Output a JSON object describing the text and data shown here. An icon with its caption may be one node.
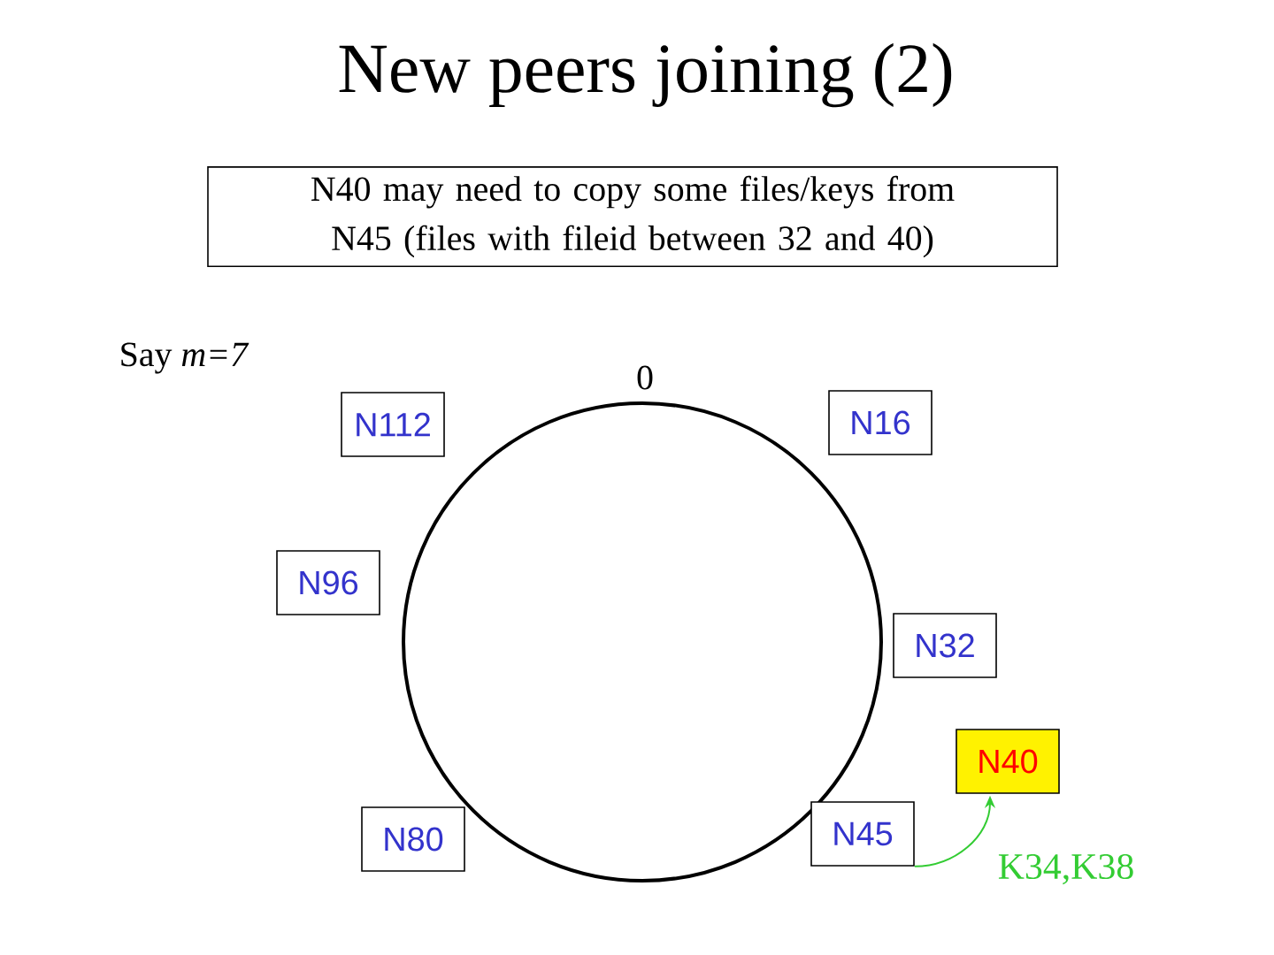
{
  "diagram": {
    "title": "New peers joining (2)",
    "nodes": [
      {
        "text": [
          "N40 may need to copy some files/keys from N45 (files with fileid between 32 and 40)"
        ]
      },
      {
        "text": [
          "N112"
        ]
      },
      {
        "text": [
          "N16"
        ]
      },
      {
        "text": [
          "N96"
        ]
      },
      {
        "text": [
          "N32"
        ]
      },
      {
        "text": [
          "N40"
        ]
      },
      {
        "text": [
          "N80"
        ]
      },
      {
        "text": [
          "N45"
        ]
      }
    ],
    "edges": [
      {
        "from": 7,
        "to": 5,
        "arrow": "to",
        "label": "K34,K38",
        "color": "#33cc33"
      }
    ],
    "labels": [
      "Say *m=7*",
      "0"
    ]
  }
}
